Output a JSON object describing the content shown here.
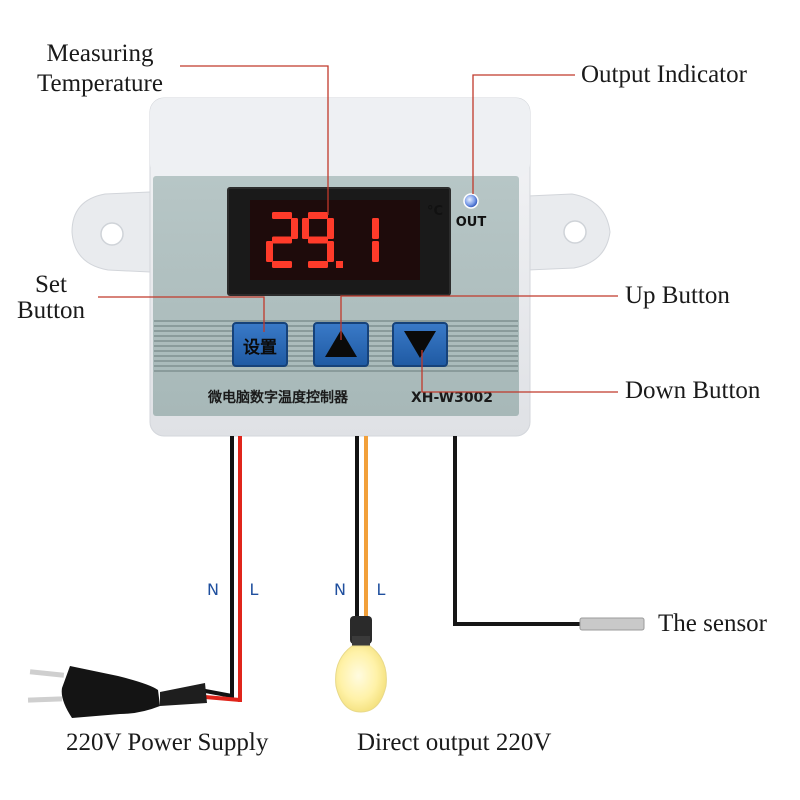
{
  "callouts": {
    "measuring_temperature": [
      "Measuring",
      "Temperature"
    ],
    "output_indicator": "Output Indicator",
    "set_button": [
      "Set",
      "Button"
    ],
    "up_button": "Up Button",
    "down_button": "Down Button",
    "the_sensor": "The sensor",
    "power_supply": "220V Power Supply",
    "direct_output": "Direct output 220V"
  },
  "device": {
    "display_value": "29.1",
    "unit": "°C",
    "out_label": "OUT",
    "set_button_label": "设置",
    "chinese_name": "微电脑数字温度控制器",
    "model": "XH-W3002"
  },
  "wires": {
    "power_n": "N",
    "power_l": "L",
    "output_n": "N",
    "output_l": "L"
  },
  "colors": {
    "leader_line": "#c0392b",
    "panel": "#a9bcbc",
    "display_digits": "#ff3b2a",
    "button_blue": "#2766b5",
    "wire_red": "#e0251b",
    "wire_orange": "#f2a03a",
    "wire_label": "#1f4f9e"
  }
}
